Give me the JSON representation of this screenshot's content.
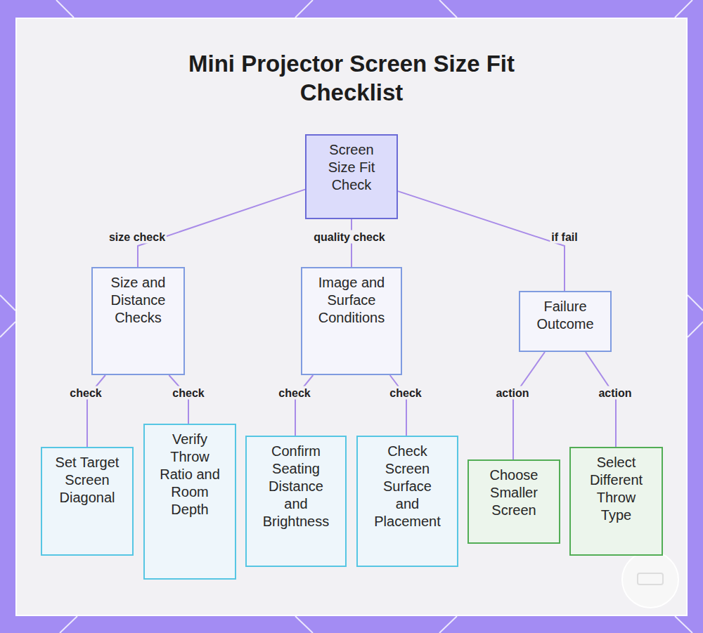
{
  "diagram": {
    "title": "Mini Projector Screen Size Fit Checklist",
    "nodes": [
      {
        "text": [
          "Screen Size Fit Check"
        ]
      },
      {
        "text": [
          "Size and Distance Checks"
        ]
      },
      {
        "text": [
          "Image and Surface Conditions"
        ]
      },
      {
        "text": [
          "Failure Outcome"
        ]
      },
      {
        "text": [
          "Set Target Screen Diagonal"
        ]
      },
      {
        "text": [
          "Verify Throw Ratio and Room Depth"
        ]
      },
      {
        "text": [
          "Confirm Seating Distance and Brightness"
        ]
      },
      {
        "text": [
          "Check Screen Surface and Placement"
        ]
      },
      {
        "text": [
          "Choose Smaller Screen"
        ]
      },
      {
        "text": [
          "Select Different Throw Type"
        ]
      }
    ],
    "edges": [
      {
        "from": 0,
        "to": 1,
        "label": "size check",
        "arrow": "none"
      },
      {
        "from": 0,
        "to": 2,
        "label": "quality check",
        "arrow": "none"
      },
      {
        "from": 0,
        "to": 3,
        "label": "if fail",
        "arrow": "none"
      },
      {
        "from": 1,
        "to": 4,
        "label": "check",
        "arrow": "none"
      },
      {
        "from": 1,
        "to": 5,
        "label": "check",
        "arrow": "none"
      },
      {
        "from": 2,
        "to": 6,
        "label": "check",
        "arrow": "none"
      },
      {
        "from": 2,
        "to": 7,
        "label": "check",
        "arrow": "none"
      },
      {
        "from": 3,
        "to": 8,
        "label": "action",
        "arrow": "none"
      },
      {
        "from": 3,
        "to": 9,
        "label": "action",
        "arrow": "none"
      }
    ]
  }
}
